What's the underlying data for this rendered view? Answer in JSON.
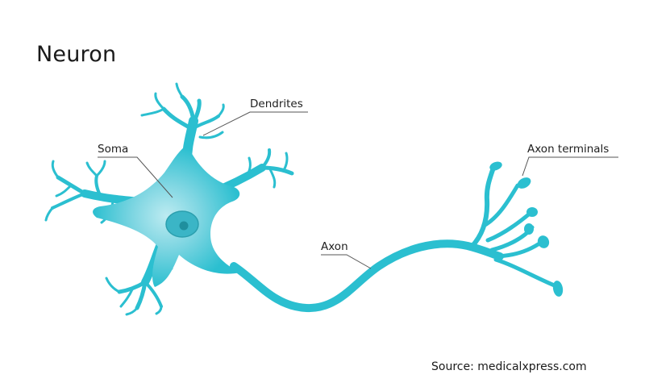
{
  "title": "Neuron",
  "labels": {
    "dendrites": "Dendrites",
    "soma": "Soma",
    "axon": "Axon",
    "axon_terminals": "Axon terminals"
  },
  "source": "Source: medicalxpress.com",
  "colors": {
    "neuron": "#2bbfd0",
    "soma_center": "#a8e6ee",
    "nucleus": "#3bb5c6",
    "nucleolus": "#1f8f9e",
    "leader_line": "#555555"
  }
}
